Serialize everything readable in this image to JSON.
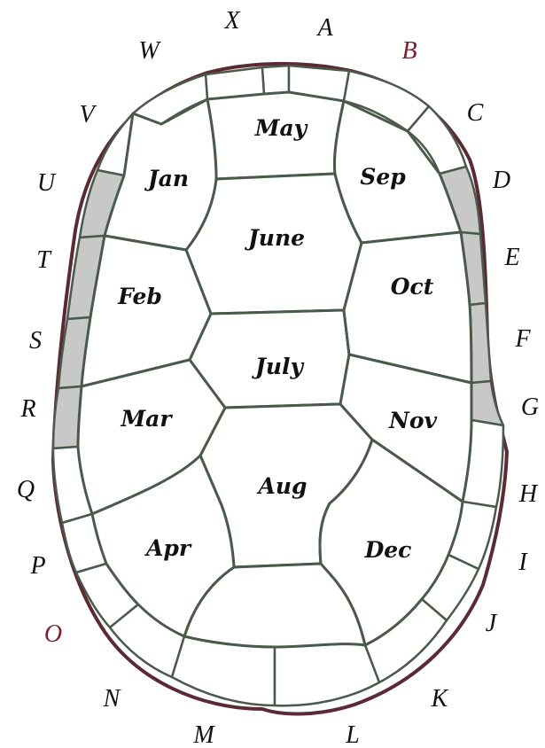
{
  "months": {
    "may": "May",
    "jan": "Jan",
    "sep": "Sep",
    "june": "June",
    "feb": "Feb",
    "oct": "Oct",
    "july": "July",
    "mar": "Mar",
    "nov": "Nov",
    "aug": "Aug",
    "apr": "Apr",
    "dec": "Dec"
  },
  "letters": {
    "x": "X",
    "a": "A",
    "w": "W",
    "b": "B",
    "v": "V",
    "c": "C",
    "u": "U",
    "d": "D",
    "t": "T",
    "e": "E",
    "s": "S",
    "f": "F",
    "r": "R",
    "g": "G",
    "q": "Q",
    "h": "H",
    "p": "P",
    "i": "I",
    "o": "O",
    "j": "J",
    "n": "N",
    "k": "K",
    "m": "M",
    "l": "L"
  },
  "colors": {
    "shaded_marginal": "#c8c8c8",
    "outline": "#4a5a4a",
    "rim": "#5a2a35",
    "highlight_letter": "#7a1e2a"
  },
  "shaded_marginals": [
    "U",
    "T",
    "S",
    "R",
    "D",
    "E",
    "F",
    "G"
  ],
  "highlighted_letters": [
    "B",
    "O"
  ]
}
